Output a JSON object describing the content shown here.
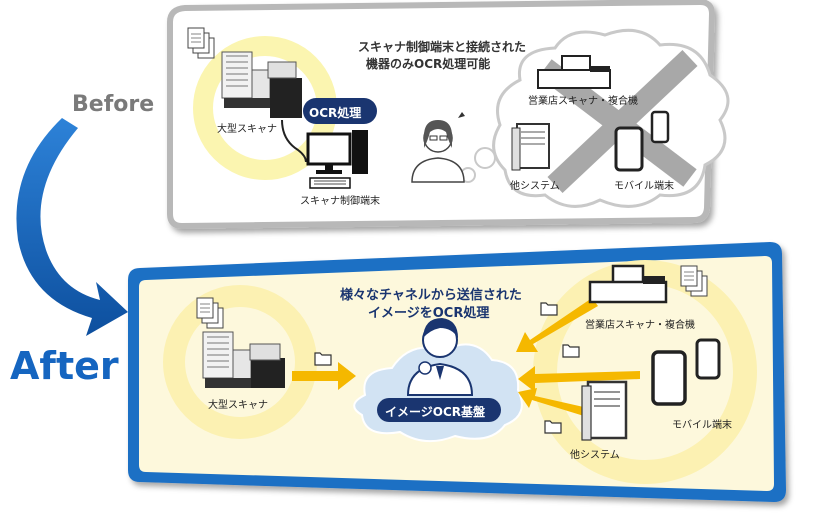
{
  "before": {
    "label": "Before",
    "caption_line1": "スキャナ制御端末と接続された",
    "caption_line2": "機器のみOCR処理可能",
    "ocr_badge": "OCR処理",
    "large_scanner": "大型スキャナ",
    "control_terminal": "スキャナ制御端末",
    "branch_scanner": "営業店スキャナ・複合機",
    "other_system": "他システム",
    "mobile": "モバイル端末"
  },
  "after": {
    "label": "After",
    "caption_line1": "様々なチャネルから送信された",
    "caption_line2": "イメージをOCR処理",
    "platform": "イメージOCR基盤",
    "large_scanner": "大型スキャナ",
    "branch_scanner": "営業店スキャナ・複合機",
    "mobile": "モバイル端末",
    "other_system": "他システム"
  },
  "colors": {
    "after_frame": "#1e6fc4",
    "after_bg": "#fdf8dc",
    "arrow": "#f5b800",
    "before_label": "#7a7a7a",
    "after_label": "#1565c0",
    "platform_text": "#1a3570"
  }
}
